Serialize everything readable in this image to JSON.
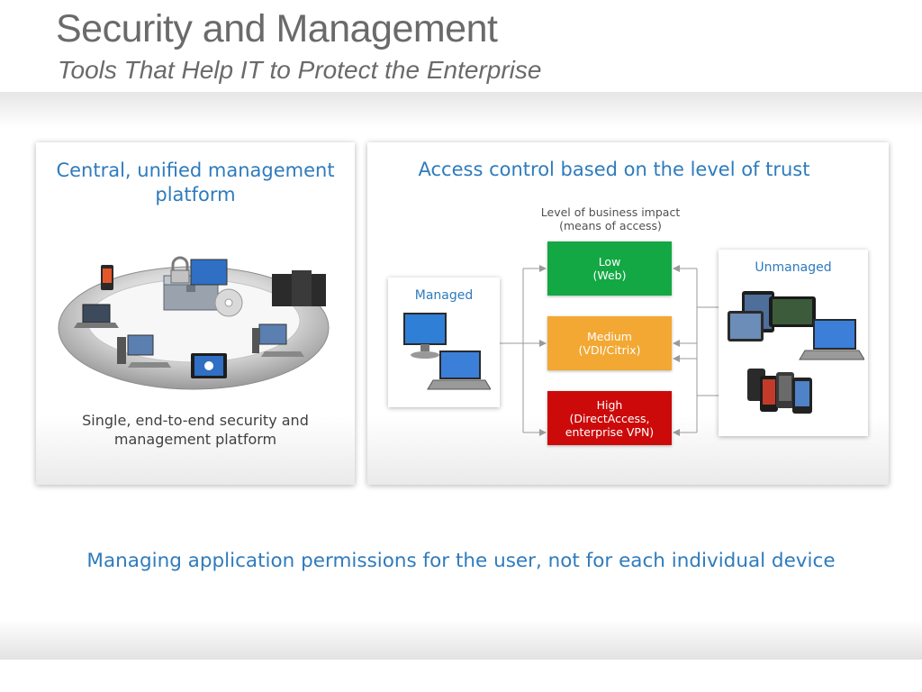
{
  "slide": {
    "title": "Security and Management",
    "subtitle": "Tools That Help IT to Protect the Enterprise"
  },
  "left_panel": {
    "heading": "Central, unified management platform",
    "caption": "Single, end-to-end security and management platform"
  },
  "right_panel": {
    "heading": "Access control based on the level of trust",
    "impact_label": "Level of business impact",
    "impact_sublabel": "(means of access)",
    "levels": [
      {
        "name": "Low",
        "detail": "(Web)",
        "color": "#13a844"
      },
      {
        "name": "Medium",
        "detail": "(VDI/Citrix)",
        "color": "#f2a833"
      },
      {
        "name": "High",
        "detail": "(DirectAccess, enterprise VPN)",
        "color": "#cc0a0a"
      }
    ],
    "managed_label": "Managed",
    "unmanaged_label": "Unmanaged"
  },
  "footer_statement": "Managing application permissions for the user, not for each individual device",
  "colors": {
    "accent_blue": "#2e7bbd",
    "title_gray": "#6a6a6a"
  }
}
